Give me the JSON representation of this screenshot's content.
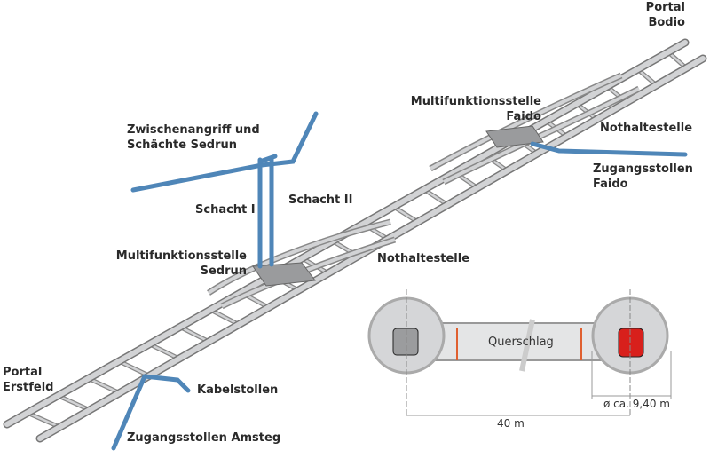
{
  "labels": {
    "portal_bodio": [
      "Portal",
      "Bodio"
    ],
    "mfs_faido": [
      "Multifunktionsstelle",
      "Faido"
    ],
    "nothaltestelle_faido": "Nothaltestelle",
    "zugangsstollen_faido": [
      "Zugangsstollen",
      "Faido"
    ],
    "zwischenangriff": [
      "Zwischenangriff und",
      "Schächte Sedrun"
    ],
    "schacht_1": "Schacht I",
    "schacht_2": "Schacht II",
    "mfs_sedrun": [
      "Multifunktionsstelle",
      "Sedrun"
    ],
    "nothaltestelle_sedrun": "Nothaltestelle",
    "portal_erstfeld": [
      "Portal",
      "Erstfeld"
    ],
    "kabelstollen": "Kabelstollen",
    "zugangsstollen_amsteg": "Zugangsstollen Amsteg"
  },
  "cross_section": {
    "querschlag": "Querschlag",
    "distance": "40 m",
    "diameter": "ø ca. 9,40 m"
  },
  "colors": {
    "tube": "#c8c9cb",
    "shaft": "#4f86b8",
    "train_red": "#d8201c"
  }
}
